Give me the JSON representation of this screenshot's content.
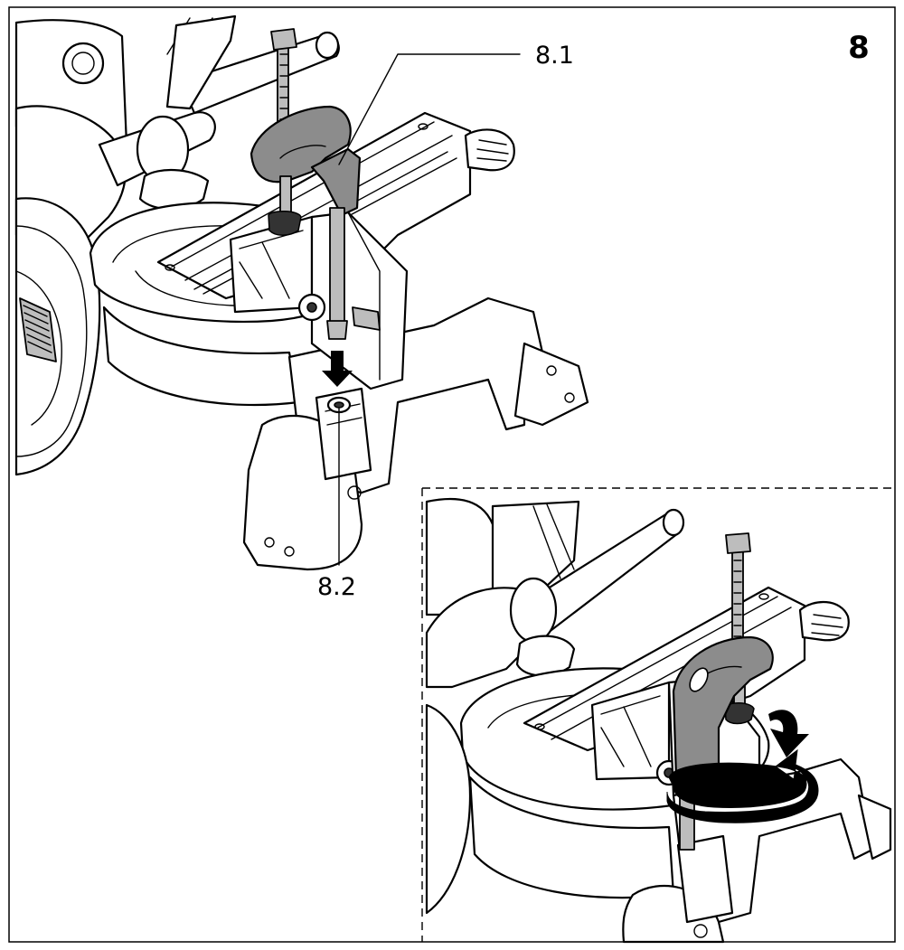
{
  "figure": {
    "number": "8",
    "callouts": {
      "clamp": "8.1",
      "mounting_hole": "8.2"
    }
  },
  "colors": {
    "line": "#000000",
    "background": "#ffffff",
    "highlight_gray": "#8c8c8c",
    "light_gray": "#bdbdbd"
  },
  "icons": [
    "press-down-arrow-icon",
    "rotate-arrow-icon"
  ]
}
